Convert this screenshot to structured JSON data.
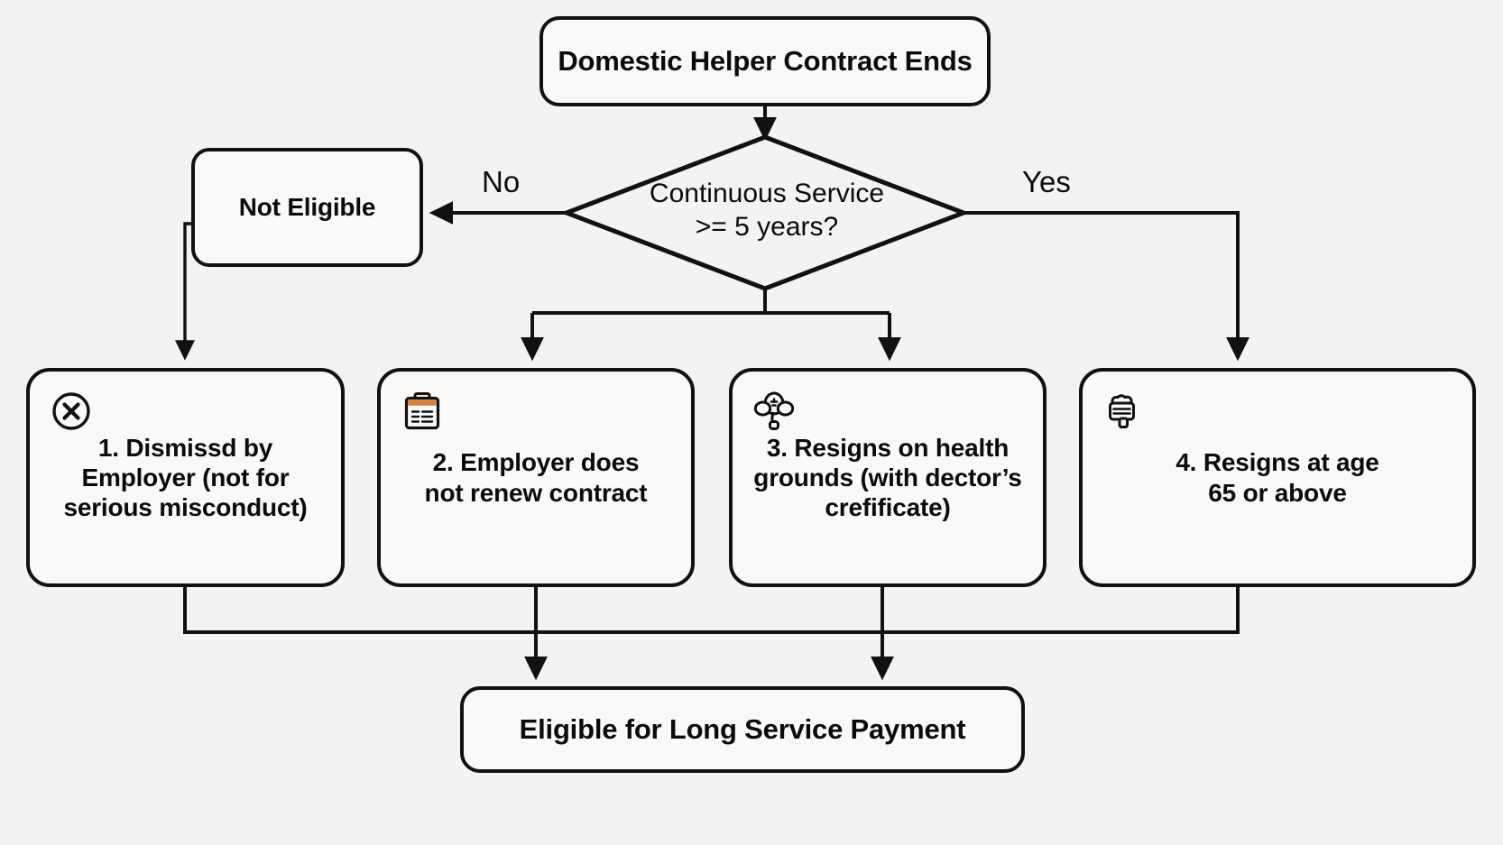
{
  "diagram": {
    "title": "Domestic Helper Long Service Payment Eligibility Flowchart",
    "background_color": "#f4f3f1",
    "node_fill_color": "#faf9f8",
    "stroke_color": "#111111",
    "accent_color": "#d2813f"
  },
  "nodes": {
    "start": {
      "label": "Domestic Helper Contract Ends",
      "shape": "rounded-rect"
    },
    "decision": {
      "label": "Continuous Service\n>= 5 years?",
      "shape": "diamond"
    },
    "not_eligible": {
      "label": "Not Eligible",
      "shape": "rounded-rect"
    },
    "end": {
      "label": "Eligible for Long Service Payment",
      "shape": "rounded-rect"
    }
  },
  "reasons": [
    {
      "label": "1. Dismissd by\nEmployer (not for\nserious misconduct)",
      "icon": "circle-x-icon"
    },
    {
      "label": "2. Employer does\nnot renew contract",
      "icon": "clipboard-icon"
    },
    {
      "label": "3. Resigns on health\ngrounds (with dector’s\ncrefificate)",
      "icon": "stethoscope-icon"
    },
    {
      "label": "4. Resigns at age\n65 or above",
      "icon": "stamp-icon"
    }
  ],
  "edge_labels": {
    "no": "No",
    "yes": "Yes"
  }
}
